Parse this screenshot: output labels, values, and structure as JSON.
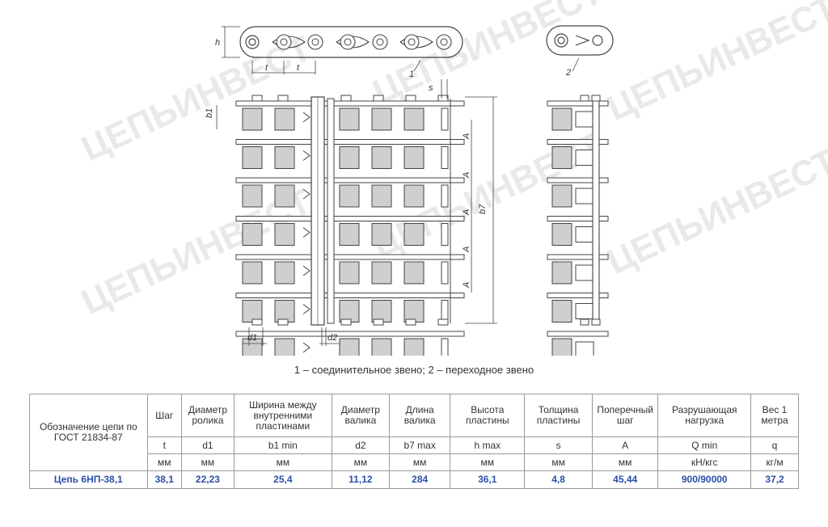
{
  "watermark": "ЦЕПЬИНВЕСТ",
  "drawing": {
    "dim_h": "h",
    "dim_t": "t",
    "dim_s": "s",
    "dim_b1": "b1",
    "dim_A": "A",
    "dim_b7": "b7",
    "dim_d1": "d1",
    "dim_d2": "d2",
    "callout_1": "1",
    "callout_2": "2"
  },
  "caption": "1 – соединительное звено; 2 – переходное звено",
  "table": {
    "headers": [
      "Обозначение цепи по ГОСТ 21834-87",
      "Шаг",
      "Диаметр ролика",
      "Ширина между внутренними пластинами",
      "Диаметр валика",
      "Длина валика",
      "Высота пластины",
      "Толщина пластины",
      "Поперечный шаг",
      "Разрушающая нагрузка",
      "Вес 1 метра"
    ],
    "symbols": [
      "t",
      "d1",
      "b1 min",
      "d2",
      "b7 max",
      "h max",
      "s",
      "A",
      "Q min",
      "q"
    ],
    "units": [
      "мм",
      "мм",
      "мм",
      "мм",
      "мм",
      "мм",
      "мм",
      "мм",
      "кН/кгс",
      "кг/м"
    ],
    "row": [
      "Цепь 6НП-38,1",
      "38,1",
      "22,23",
      "25,4",
      "11,12",
      "284",
      "36,1",
      "4,8",
      "45,44",
      "900/90000",
      "37,2"
    ]
  },
  "colors": {
    "link": "#2a4fa8",
    "roller": "#cfcfcf",
    "line": "#444444"
  }
}
